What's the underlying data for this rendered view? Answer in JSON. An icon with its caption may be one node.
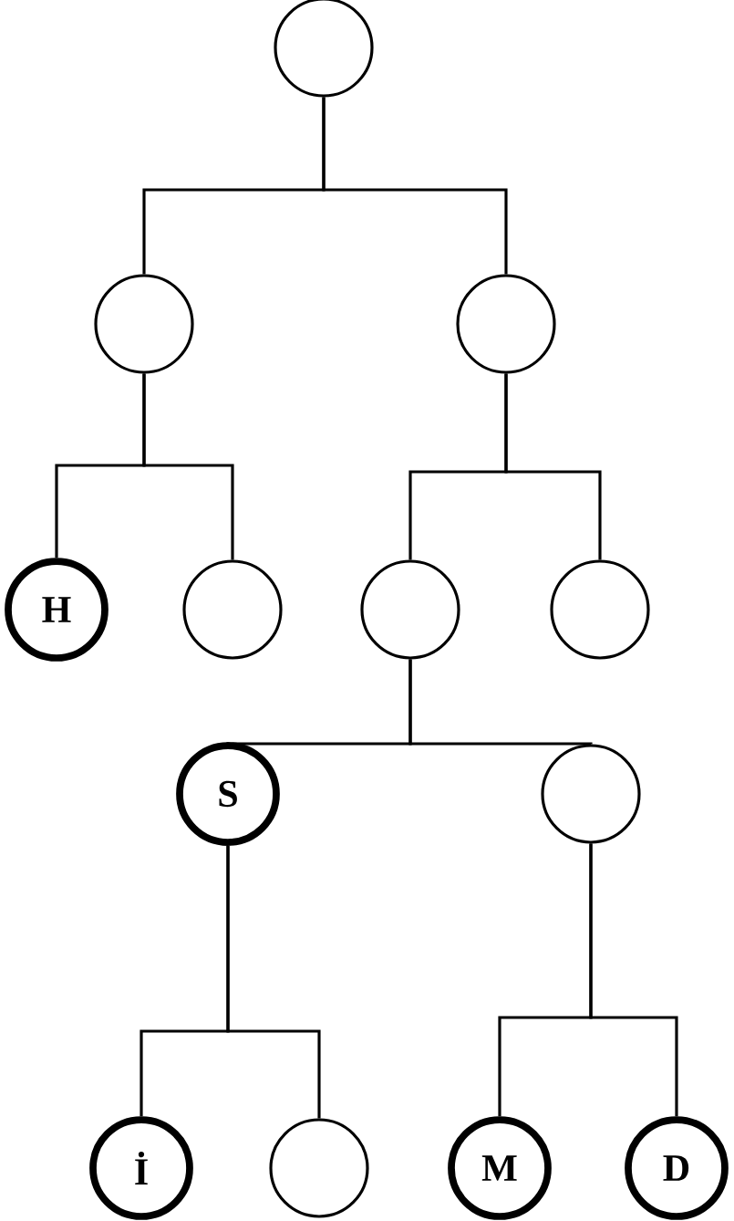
{
  "diagram": {
    "nodes": [
      {
        "text": [],
        "shape": "circle"
      },
      {
        "text": [],
        "shape": "circle"
      },
      {
        "text": [],
        "shape": "circle"
      },
      {
        "text": [
          "H"
        ]
      },
      {
        "text": [],
        "shape": "circle"
      },
      {
        "text": [],
        "shape": "circle"
      },
      {
        "text": [],
        "shape": "circle"
      },
      {
        "text": [
          "S"
        ]
      },
      {
        "text": [],
        "shape": "circle"
      },
      {
        "text": [
          "İ"
        ]
      },
      {
        "text": [],
        "shape": "circle"
      },
      {
        "text": [
          "M"
        ]
      },
      {
        "text": [
          "D"
        ]
      }
    ],
    "edges": [
      {
        "from": 0,
        "to": 1,
        "arrow": "none"
      },
      {
        "from": 0,
        "to": 2,
        "arrow": "none"
      },
      {
        "from": 1,
        "to": 3,
        "arrow": "none"
      },
      {
        "from": 1,
        "to": 4,
        "arrow": "none"
      },
      {
        "from": 2,
        "to": 5,
        "arrow": "none"
      },
      {
        "from": 2,
        "to": 6,
        "arrow": "none"
      },
      {
        "from": 5,
        "to": 7,
        "arrow": "none"
      },
      {
        "from": 5,
        "to": 8,
        "arrow": "none"
      },
      {
        "from": 7,
        "to": 9,
        "arrow": "none"
      },
      {
        "from": 7,
        "to": 10,
        "arrow": "none"
      },
      {
        "from": 8,
        "to": 11,
        "arrow": "none"
      },
      {
        "from": 8,
        "to": 12,
        "arrow": "none"
      }
    ]
  }
}
